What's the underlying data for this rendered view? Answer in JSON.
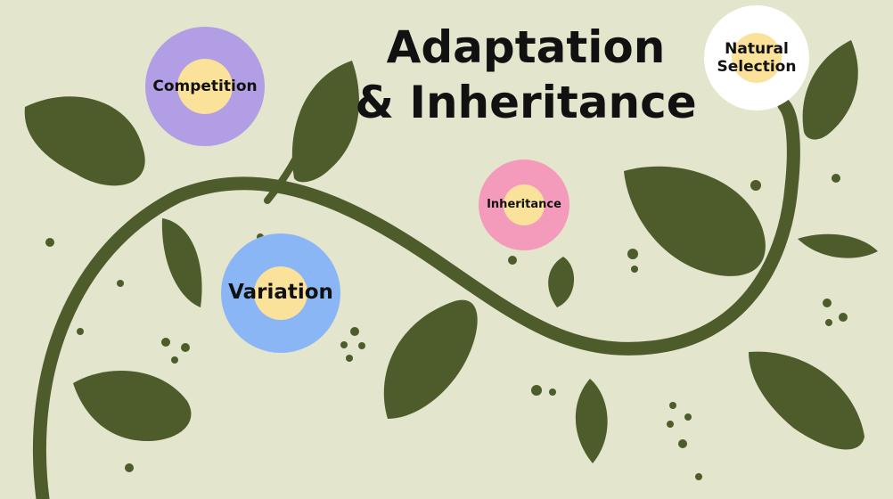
{
  "title": {
    "line1": "Adaptation",
    "line2": "& Inheritance"
  },
  "nodes": [
    {
      "id": "competition",
      "label": "Competition",
      "color": "#b29ee4"
    },
    {
      "id": "variation",
      "label": "Variation",
      "color": "#8ab6f6"
    },
    {
      "id": "inheritance",
      "label": "Inheritance",
      "color": "#f49bbb"
    },
    {
      "id": "natural-selection",
      "label_line1": "Natural",
      "label_line2": "Selection",
      "color": "#ffffff"
    }
  ],
  "colors": {
    "background": "#e3e5cd",
    "vine": "#4e5c2c",
    "node_core": "#fbe29a",
    "text": "#111111"
  }
}
